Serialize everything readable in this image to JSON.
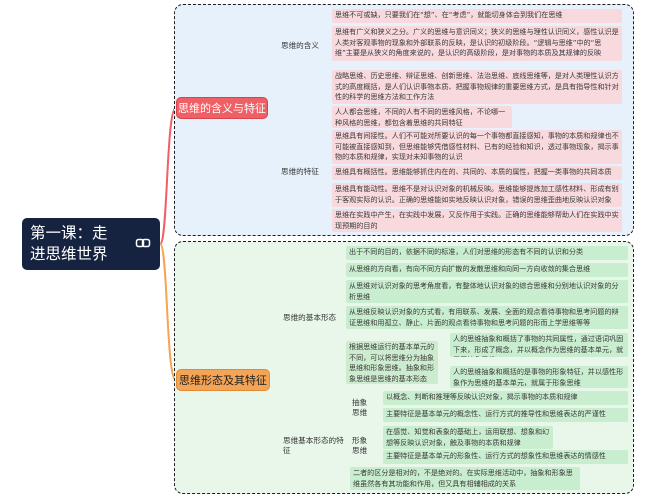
{
  "root": {
    "title": "第一课：走进思维世界",
    "icon": "link-icon"
  },
  "branch_meaning": {
    "title": "思维的含义与特征",
    "sub_meaning": {
      "label": "思维的含义",
      "leaves": [
        "思维不可或缺，只要我们在“想”、在“考虑”，就能切身体会到我们在思维",
        "思维有广义和狭义之分。广义的思维与意识同义；狭义的思维与理性认识同义，感性认识是人类对客观事物的现象和外部联系的反映，是认识的初级阶段。“逻辑与思维”中的“思维”主要是从狭义的角度来说的，是认识的高级阶段，是对事物的本质及其规律的反映",
        "战略思维、历史思维、辩证思维、创新思维、法治思维、底线思维等，是对人类理性认识方式的高度概括，是人们认识事物本质、把握事物规律的重要思维方式，是具有指导性和针对性的科学的思维方法和工作方法"
      ]
    },
    "sub_feature": {
      "label": "思维的特征",
      "leaves": [
        "人人都会思维，不同的人有不同的思维风格，不论哪一种风格的思维，都包含着思维的共同特征",
        "思维具有间接性。人们不可能对所要认识的每一个事物都直接感知，事物的本质和规律也不可能被直接感知到，但思维能够凭借感性材料、已有的经验和知识，透过事物现象，揭示事物的本质和规律，实现对未知事物的认识",
        "思维具有概括性。思维能够抓住内在的、共同的、本质的属性，把握一类事物的共同本质",
        "思维具有能动性。思维不是对认识对象的机械反映。思维能够提炼加工感性材料、形成有别于客观实际的认识。正确的思维能如实地反映认识对象，错误的思维歪曲地反映认识对象",
        "思维在实践中产生，在实践中发展，又反作用于实践。正确的思维能够帮助人们在实践中实现预期的目的"
      ]
    }
  },
  "branch_forms": {
    "title": "思维形态及其特征",
    "sub_basic": {
      "label": "思维的基本形态",
      "leaves": [
        "出于不同的目的，依据不同的标准，人们对思维的形态有不同的认识和分类",
        "从思维的方向看，有向不同方向扩散的发散思维和向同一方向收敛的集合思维",
        "从思维对认识对象的思考角度看，有整体地认识对象的综合思维和分别地认识对象的分析思维",
        "从思维反映认识对象的方式看，有用联系、发展、全面的观点看待事物和思考问题的辩证思维和用孤立、静止、片面的观点看待事物和思考问题的形而上学思维等等"
      ],
      "nested": {
        "label": "根据思维运行的基本单元的不同，可以将思维分为抽象思维和形象思维。抽象和形象思维是思维的基本形态",
        "leaves": [
          "人的思维抽象和概括了事物的共同属性，通过语词巩固下来，形成了概念，并以概念作为思维的基本单元，就属于抽象思维",
          "人的思维抽象和概括的是事物的形象特征，并以感性形象作为思维的基本单元，就属于形象思维"
        ]
      }
    },
    "sub_traits": {
      "label": "思维基本形态的特征",
      "abstract": {
        "label": "抽象思维",
        "leaves": [
          "以概念、判断和推理等反映认识对象，揭示事物的本质和规律",
          "主要特征是基本单元的概念性、运行方式的推导性和思维表达的严谨性"
        ]
      },
      "image": {
        "label": "形象思维",
        "leaves": [
          "在感觉、知觉和表象的基础上，运用联想、想象和幻想等反映认识对象，触及事物的本质和规律",
          "主要特征是基本单元的形象性、运行方式的想象性和思维表达的情感性"
        ]
      },
      "closing": "二者的区分是相对的，不是绝对的。在实际思维活动中，抽象和形象思维虽然各有其功能和作用，但又具有相辅相成的关系"
    }
  },
  "colors": {
    "root": "#152341",
    "red": "#ef5f66",
    "orange": "#f4a456",
    "red_leaf": "#f8d9dd",
    "green_leaf": "#c9edcf"
  }
}
